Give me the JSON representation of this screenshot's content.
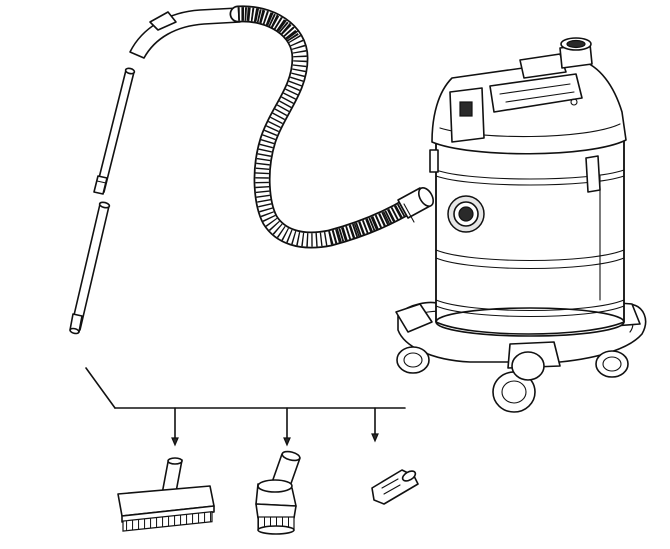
{
  "figure": {
    "style": "black line-art exploded view",
    "background_color": "#ffffff",
    "line_color": "#111111"
  },
  "parts": [
    {
      "name": "flexible-hose",
      "icon": "hose-icon"
    },
    {
      "name": "extension-tube-upper",
      "icon": "tube-icon"
    },
    {
      "name": "extension-tube-lower",
      "icon": "tube-icon"
    },
    {
      "name": "wet-dry-vacuum-unit",
      "icon": "vacuum-icon"
    },
    {
      "name": "floor-brush",
      "icon": "floor-brush-icon"
    },
    {
      "name": "round-dusting-brush",
      "icon": "round-brush-icon"
    },
    {
      "name": "crevice-nozzle",
      "icon": "crevice-nozzle-icon"
    }
  ]
}
